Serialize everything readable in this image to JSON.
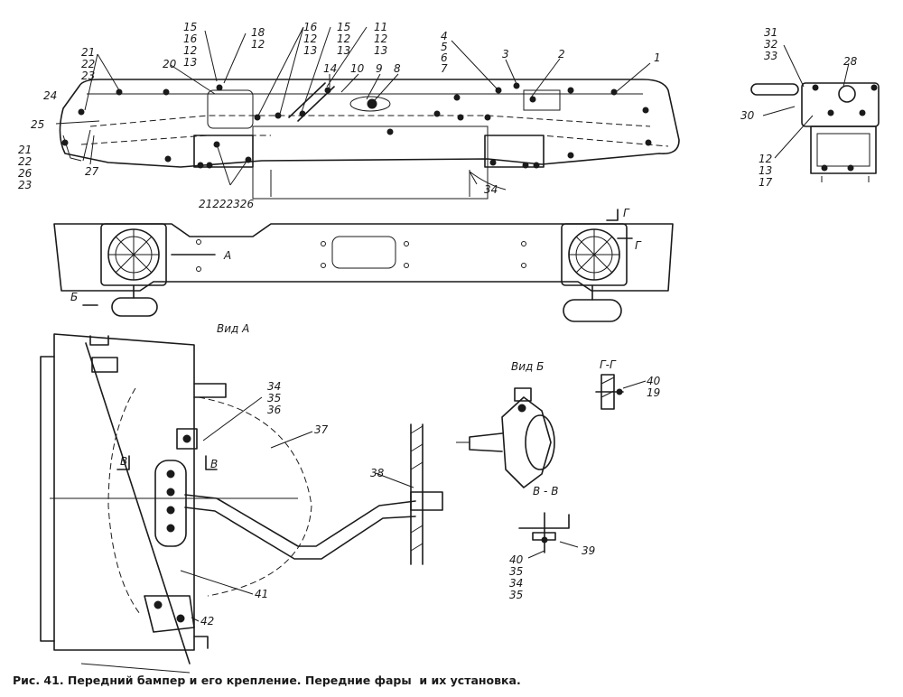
{
  "caption": "Рис. 41. Передний бампер и его крепление. Передние фары  и их установка.",
  "views": {
    "view_a": "Вид  А",
    "view_b": "Вид Б",
    "section_g": "Г-Г",
    "section_v": "В - В",
    "mark_a": "А",
    "mark_b": "Б",
    "mark_g1": "Г",
    "mark_g2": "Г",
    "mark_v1": "В",
    "mark_v2": "В"
  },
  "callouts": {
    "c1": "1",
    "c2": "2",
    "c3": "3",
    "c4_7": [
      "4",
      "5",
      "6",
      "7"
    ],
    "c8": "8",
    "c9": "9",
    "c10": "10",
    "c14": "14",
    "c11_12_13": [
      "11",
      "12",
      "13"
    ],
    "c15_12_13": [
      "15",
      "12",
      "13"
    ],
    "c16_12_13": [
      "16",
      "12",
      "13"
    ],
    "c18_12": [
      "18",
      "12"
    ],
    "c15_16_12_13": [
      "15",
      "16",
      "12",
      "13"
    ],
    "c20": "20",
    "c21_22_23_top": [
      "21",
      "22",
      "23"
    ],
    "c24": "24",
    "c25": "25",
    "c27": "27",
    "c21_22_26_23": [
      "21",
      "22",
      "26",
      "23"
    ],
    "c_bottom_row": "21222326",
    "c34_main": "34",
    "c31_32_33": [
      "31",
      "32",
      "33"
    ],
    "c28": "28",
    "c30": "30",
    "c12_13_17": [
      "12",
      "13",
      "17"
    ],
    "c34_35_36": [
      "34",
      "35",
      "36"
    ],
    "c37": "37",
    "c38": "38",
    "c41": "41",
    "c42": "42",
    "c40_19": [
      "40",
      "19"
    ],
    "c39": "39",
    "c40_35_34_35": [
      "40",
      "35",
      "34",
      "35"
    ]
  }
}
